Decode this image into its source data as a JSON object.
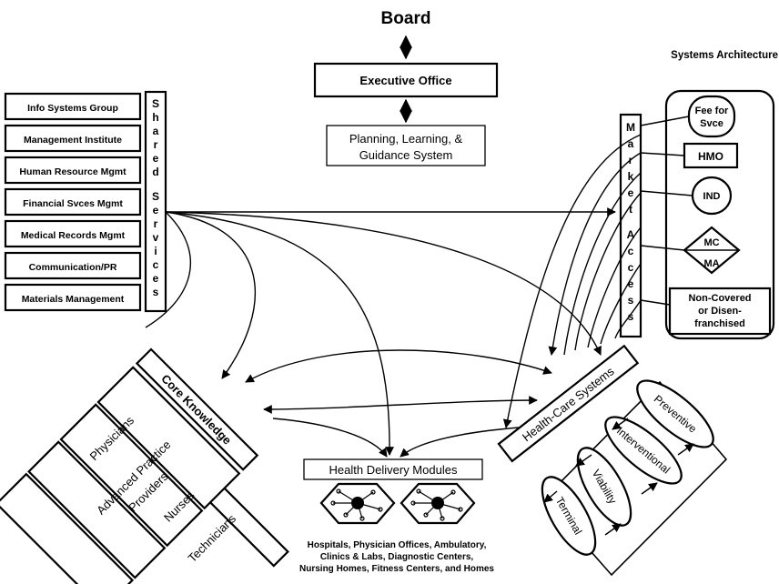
{
  "title": "Board",
  "architecture_label": "Systems Architecture",
  "executive": "Executive Office",
  "planning": [
    "Planning, Learning, &",
    "Guidance System"
  ],
  "shared_services": {
    "label": [
      "S",
      "h",
      "a",
      "r",
      "e",
      "d",
      "",
      "S",
      "e",
      "r",
      "v",
      "i",
      "c",
      "e",
      "s"
    ],
    "items": [
      "Info Systems Group",
      "Management Institute",
      "Human Resource Mgmt",
      "Financial Svces Mgmt",
      "Medical Records Mgmt",
      "Communication/PR",
      "Materials Management"
    ]
  },
  "market_access": [
    "M",
    "a",
    "r",
    "k",
    "e",
    "t",
    "",
    "A",
    "c",
    "c",
    "e",
    "s",
    "s"
  ],
  "payers": {
    "fee": [
      "Fee for",
      "Svce"
    ],
    "hmo": "HMO",
    "ind": "IND",
    "mc": "MC",
    "ma": "MA",
    "noncovered": [
      "Non-Covered",
      "or Disen-",
      "franchised"
    ]
  },
  "core_knowledge": {
    "title": "Core Knowledge",
    "items": [
      "Physicians",
      "Advanced Practice",
      "Providers",
      "Nurses",
      "Technicians"
    ]
  },
  "health_care_systems": "Health-Care Systems",
  "delivery": {
    "title": "Health Delivery Modules",
    "caption": [
      "Hospitals, Physician Offices, Ambulatory,",
      "Clinics & Labs, Diagnostic Centers,",
      "Nursing Homes, Fitness Centers, and Homes"
    ]
  },
  "care_stages": [
    "Preventive",
    "Interventional",
    "Viability",
    "Terminal"
  ]
}
